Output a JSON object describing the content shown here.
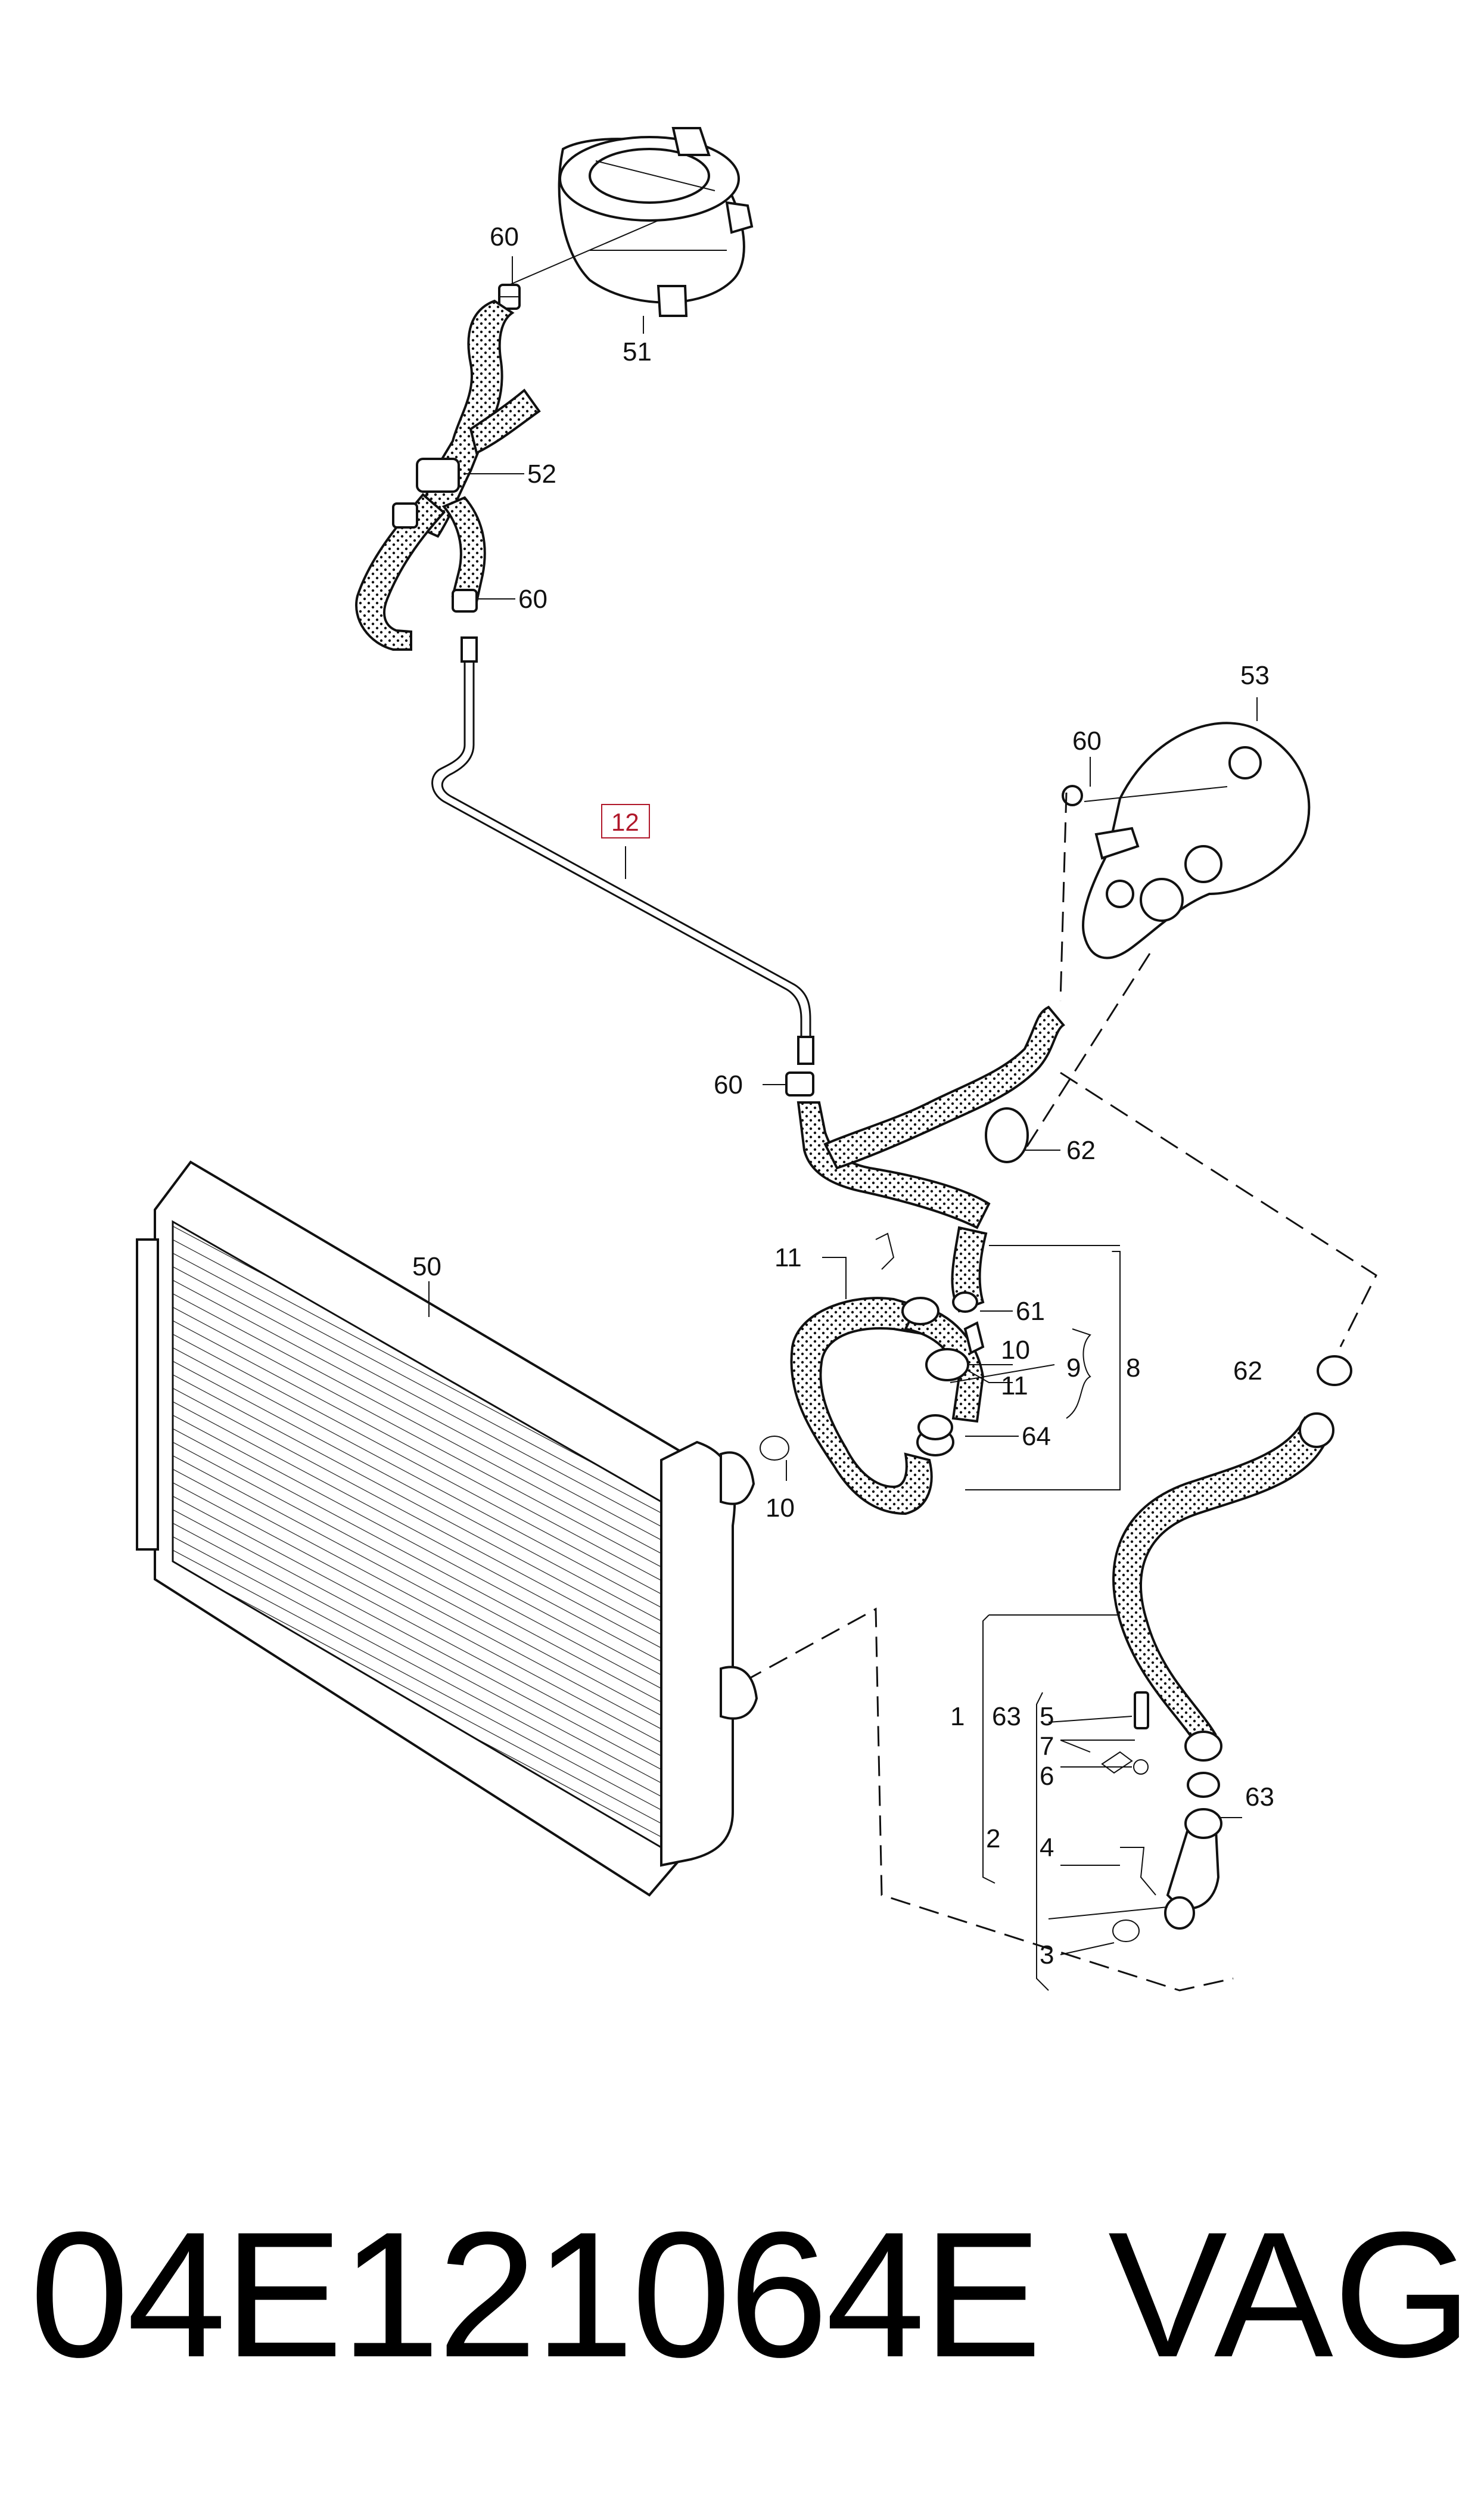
{
  "diagram": {
    "callouts": {
      "c60a": "60",
      "c51": "51",
      "c52": "52",
      "c60b": "60",
      "c12": "12",
      "c53": "53",
      "c60c": "60",
      "c60d": "60",
      "c62a": "62",
      "c50": "50",
      "c11a": "11",
      "c61": "61",
      "c10a": "10",
      "c9": "9",
      "c11b": "11",
      "c8": "8",
      "c64": "64",
      "c62b": "62",
      "c10b": "10",
      "c1": "1",
      "c63a": "63",
      "c5": "5",
      "c7": "7",
      "c6": "6",
      "c63b": "63",
      "c2": "2",
      "c4": "4",
      "c3": "3"
    },
    "highlight_color": "#b0182a"
  },
  "footer": {
    "part_number": "04E121064E",
    "brand": "VAG"
  }
}
